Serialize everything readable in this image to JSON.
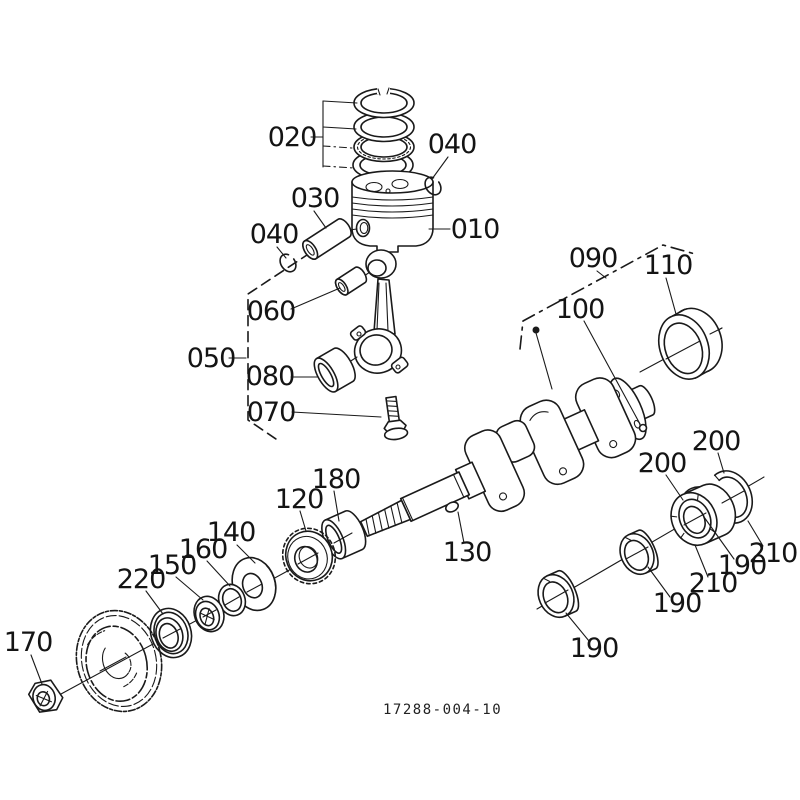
{
  "colors": {
    "ink": "#1a1a1a",
    "background": "#ffffff"
  },
  "drawing_number": "17288-004-10",
  "callouts": [
    {
      "text": "020"
    },
    {
      "text": "040"
    },
    {
      "text": "030"
    },
    {
      "text": "040"
    },
    {
      "text": "010"
    },
    {
      "text": "060"
    },
    {
      "text": "050"
    },
    {
      "text": "080"
    },
    {
      "text": "070"
    },
    {
      "text": "090"
    },
    {
      "text": "100"
    },
    {
      "text": "110"
    },
    {
      "text": "130"
    },
    {
      "text": "180"
    },
    {
      "text": "120"
    },
    {
      "text": "140"
    },
    {
      "text": "160"
    },
    {
      "text": "150"
    },
    {
      "text": "220"
    },
    {
      "text": "170"
    },
    {
      "text": "200"
    },
    {
      "text": "200"
    },
    {
      "text": "210"
    },
    {
      "text": "190"
    },
    {
      "text": "210"
    },
    {
      "text": "190"
    },
    {
      "text": "190"
    }
  ]
}
